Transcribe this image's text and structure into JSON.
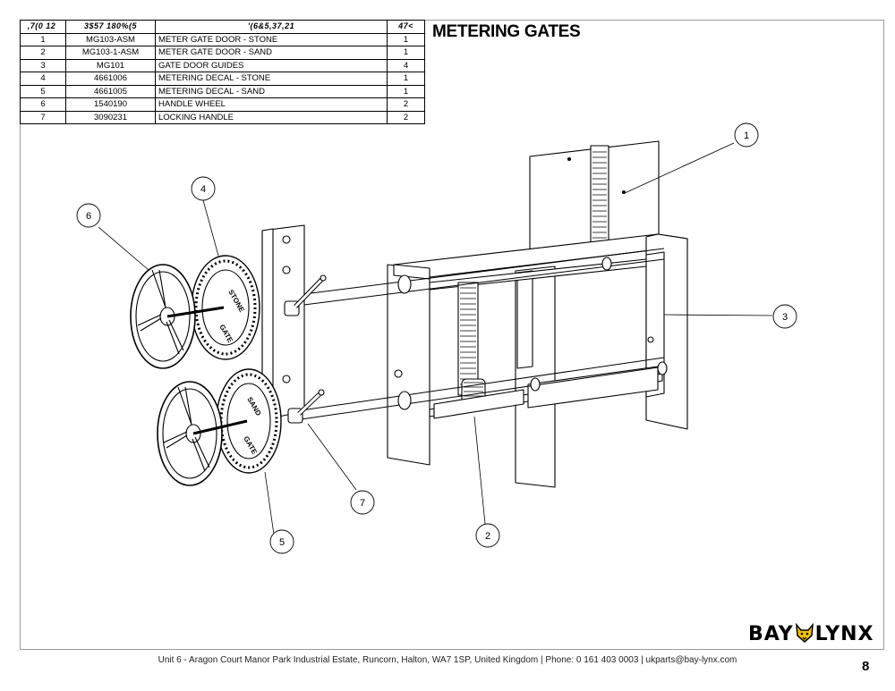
{
  "title": "METERING GATES",
  "table": {
    "headers": [
      ",7(0 12 ",
      "3$57 180%(5",
      "'(6&5,37,21",
      "47<"
    ],
    "rows": [
      {
        "item": "1",
        "part": "MG103-ASM",
        "desc": "METER GATE DOOR - STONE",
        "qty": "1"
      },
      {
        "item": "2",
        "part": "MG103-1-ASM",
        "desc": "METER GATE DOOR - SAND",
        "qty": "1"
      },
      {
        "item": "3",
        "part": "MG101",
        "desc": "GATE DOOR GUIDES",
        "qty": "4"
      },
      {
        "item": "4",
        "part": "4661006",
        "desc": "METERING DECAL - STONE",
        "qty": "1"
      },
      {
        "item": "5",
        "part": "4661005",
        "desc": "METERING DECAL - SAND",
        "qty": "1"
      },
      {
        "item": "6",
        "part": "1540190",
        "desc": "HANDLE WHEEL",
        "qty": "2"
      },
      {
        "item": "7",
        "part": "3090231",
        "desc": "LOCKING HANDLE",
        "qty": "2"
      }
    ]
  },
  "callouts": [
    "1",
    "2",
    "3",
    "4",
    "5",
    "6",
    "7"
  ],
  "decal_text": {
    "stone": "STONE",
    "sand": "SAND",
    "gate": "GATE"
  },
  "footer": "Unit 6 - Aragon Court Manor Park Industrial Estate, Runcorn, Halton, WA7 1SP, United Kingdom  |  Phone: 0 161 403 0003  |  ukparts@bay-lynx.com",
  "page_number": "8",
  "logo": {
    "left": "BAY",
    "right": "LYNX",
    "accent_color": "#f2c200"
  }
}
